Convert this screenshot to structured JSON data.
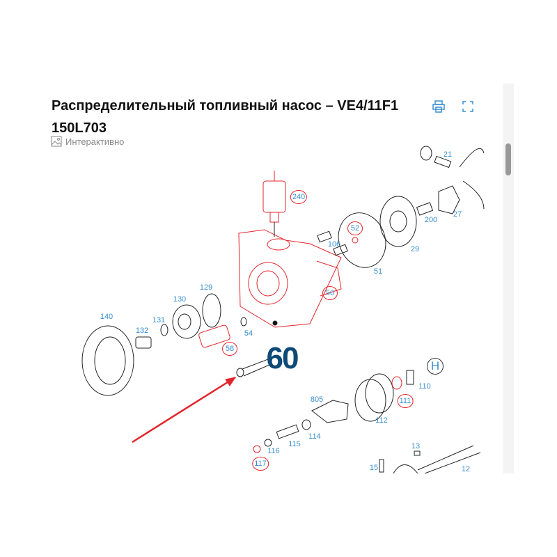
{
  "header": {
    "title": "Распределительный топливный насос – VE4/11F1 150L703",
    "subtitle": "Интерактивно",
    "print_icon": "printer-icon",
    "fullscreen_icon": "fullscreen-icon"
  },
  "diagram": {
    "highlight_label": "60",
    "section_marker": "H",
    "labels": [
      "21",
      "240",
      "52",
      "106",
      "200",
      "27",
      "29",
      "51",
      "129",
      "130",
      "50",
      "140",
      "131",
      "132",
      "54",
      "58",
      "110",
      "111",
      "805",
      "112",
      "114",
      "115",
      "116",
      "117",
      "13",
      "15",
      "12"
    ],
    "highlighted_parts": [
      "240",
      "52",
      "50",
      "58",
      "111",
      "117"
    ],
    "colors": {
      "highlight": "#e3242b",
      "label": "#3a8fd0",
      "callout": "#0d4a78"
    }
  }
}
